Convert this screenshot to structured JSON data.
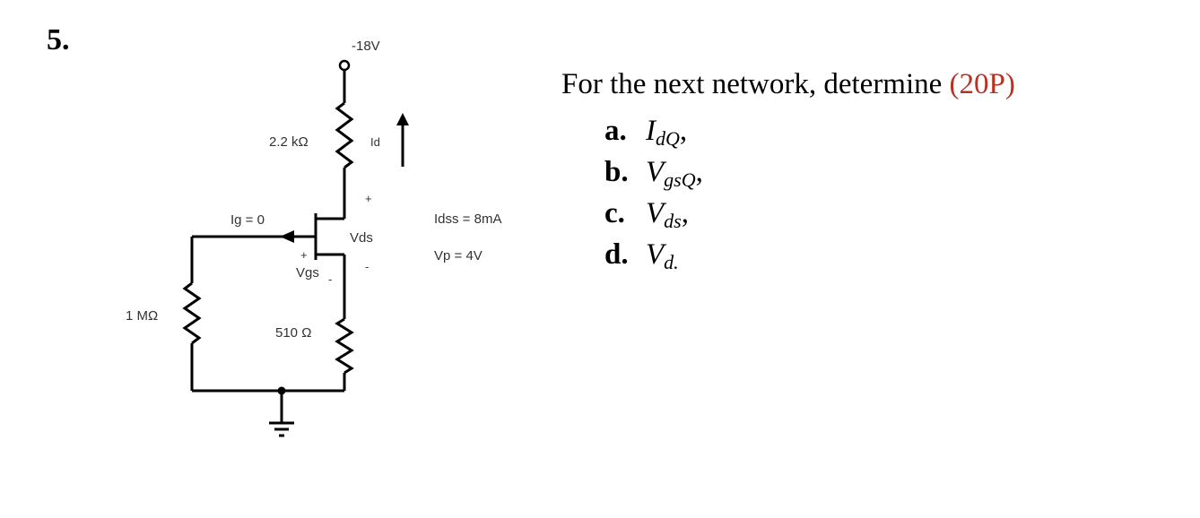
{
  "question_number": "5.",
  "circuit": {
    "supply": "-18V",
    "rd": "2.2 kΩ",
    "id": "Id",
    "vds_plus": "+",
    "vds": "Vds",
    "vds_minus": "-",
    "ig": "Ig = 0",
    "vgs_plus": "+",
    "vgs": "Vgs",
    "vgs_minus": "-",
    "rg": "1 MΩ",
    "rs": "510 Ω",
    "idss": "Idss = 8mA",
    "vp": "Vp = 4V"
  },
  "prompt": {
    "text": "For the next network, determine ",
    "points": "(20P)",
    "points_color": "#b83224"
  },
  "items": [
    {
      "letter": "a.",
      "sym": "I",
      "sub": "dQ",
      "suffix": ","
    },
    {
      "letter": "b.",
      "sym": "V",
      "sub": "gsQ",
      "suffix": ","
    },
    {
      "letter": "c.",
      "sym": "V",
      "sub": "ds",
      "suffix": ","
    },
    {
      "letter": "d.",
      "sym": "V",
      "sub": "d.",
      "suffix": ""
    }
  ]
}
